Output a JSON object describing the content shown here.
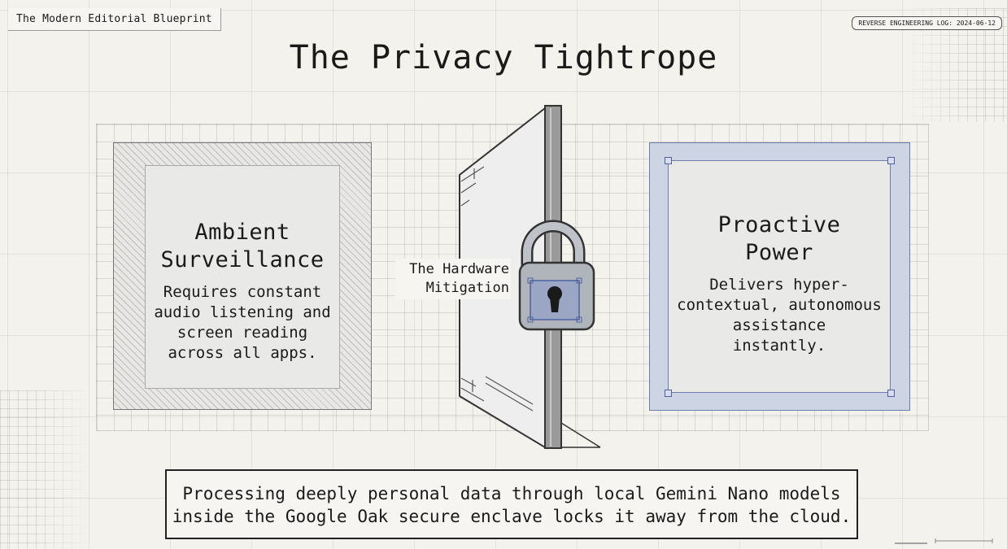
{
  "header": {
    "tab_label": "The Modern Editorial Blueprint",
    "log_badge": "REVERSE ENGINEERING LOG: 2024-06-12"
  },
  "title": "The Privacy Tightrope",
  "left_panel": {
    "heading": [
      "Ambient",
      "Surveillance"
    ],
    "body": [
      "Requires constant",
      "audio listening and",
      "screen reading",
      "across all apps."
    ]
  },
  "center": {
    "label": [
      "The Hardware",
      "Mitigation"
    ],
    "icons": [
      "door-barrier-icon",
      "padlock-icon",
      "keyhole-icon"
    ]
  },
  "right_panel": {
    "heading": [
      "Proactive",
      "Power"
    ],
    "body": [
      "Delivers hyper-",
      "contextual, autonomous",
      "assistance",
      "instantly."
    ]
  },
  "caption": [
    "Processing deeply personal data through local Gemini Nano models",
    "inside the Google Oak secure enclave locks it away from the cloud."
  ],
  "colors": {
    "background": "#f3f2ed",
    "ink": "#1a1a1a",
    "left_hatch": "#bdbdbd",
    "right_fill": "#cdd5e4",
    "right_border": "#6f7ea8",
    "lock_body": "#b0b4bb",
    "keyhole_plate": "#9aa6c4"
  }
}
